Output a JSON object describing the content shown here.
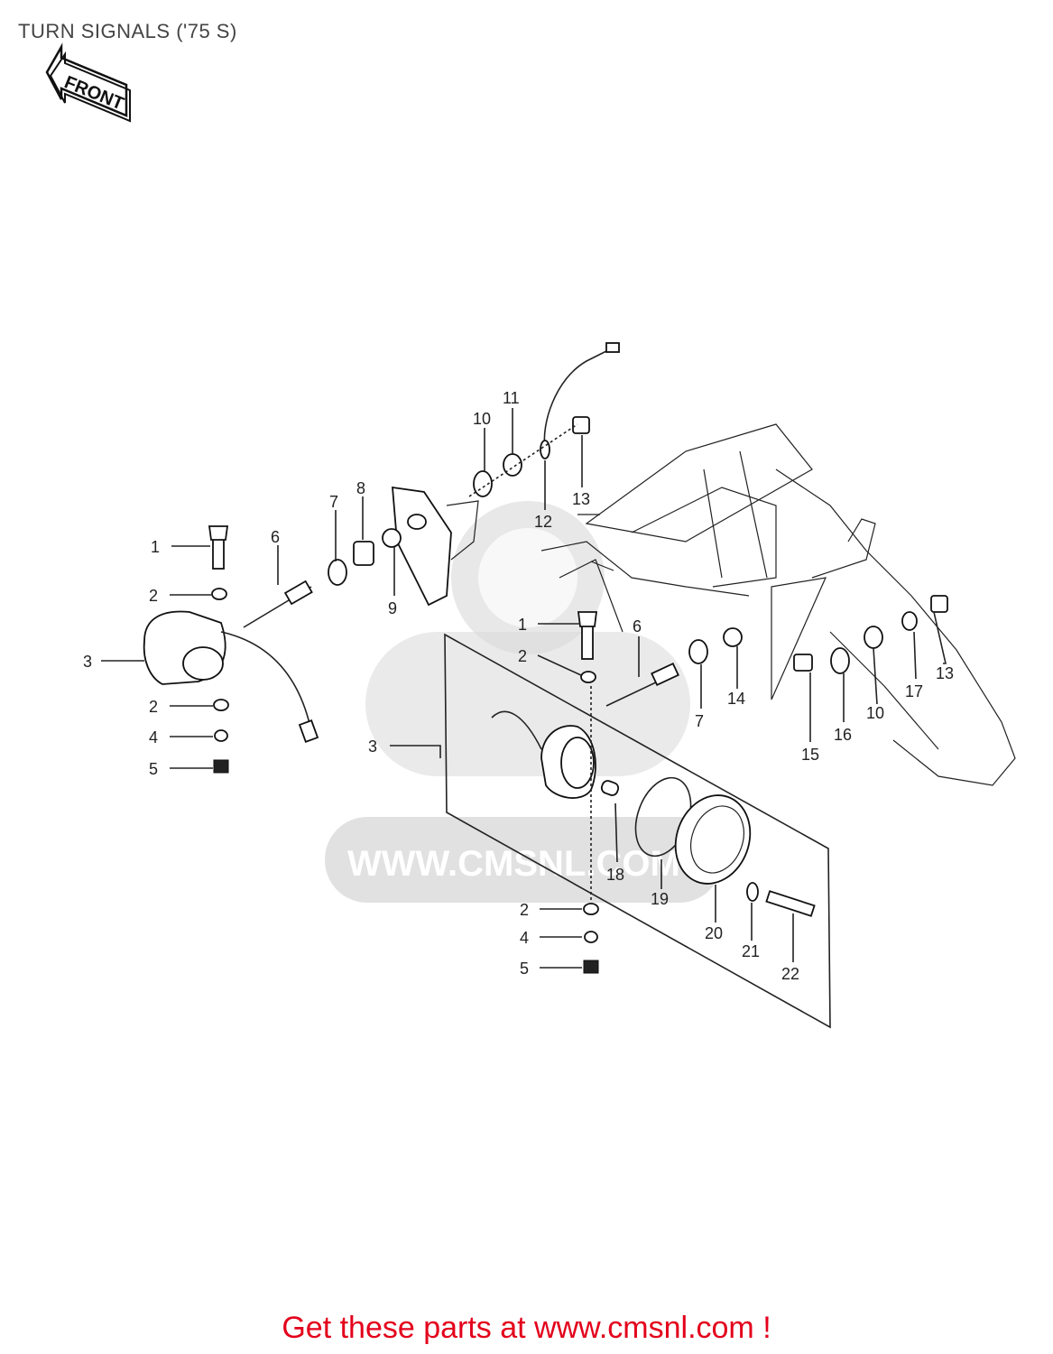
{
  "title": "TURN SIGNALS ('75 S)",
  "front_arrow_label": "FRONT",
  "watermark_text": "WWW.CMSNL.COM",
  "cta": "Get these parts at www.cmsnl.com !",
  "callouts": [
    {
      "id": "c1a",
      "label": "1"
    },
    {
      "id": "c2a",
      "label": "2"
    },
    {
      "id": "c3a",
      "label": "3"
    },
    {
      "id": "c2b",
      "label": "2"
    },
    {
      "id": "c4a",
      "label": "4"
    },
    {
      "id": "c5a",
      "label": "5"
    },
    {
      "id": "c6a",
      "label": "6"
    },
    {
      "id": "c7a",
      "label": "7"
    },
    {
      "id": "c8a",
      "label": "8"
    },
    {
      "id": "c9a",
      "label": "9"
    },
    {
      "id": "c10a",
      "label": "10"
    },
    {
      "id": "c11a",
      "label": "11"
    },
    {
      "id": "c12a",
      "label": "12"
    },
    {
      "id": "c13a",
      "label": "13"
    },
    {
      "id": "c1b",
      "label": "1"
    },
    {
      "id": "c2c",
      "label": "2"
    },
    {
      "id": "c6b",
      "label": "6"
    },
    {
      "id": "c7b",
      "label": "7"
    },
    {
      "id": "c14",
      "label": "14"
    },
    {
      "id": "c3b",
      "label": "3"
    },
    {
      "id": "c10b",
      "label": "10"
    },
    {
      "id": "c17",
      "label": "17"
    },
    {
      "id": "c13b",
      "label": "13"
    },
    {
      "id": "c15",
      "label": "15"
    },
    {
      "id": "c16",
      "label": "16"
    },
    {
      "id": "c18",
      "label": "18"
    },
    {
      "id": "c19",
      "label": "19"
    },
    {
      "id": "c20",
      "label": "20"
    },
    {
      "id": "c2d",
      "label": "2"
    },
    {
      "id": "c4b",
      "label": "4"
    },
    {
      "id": "c5b",
      "label": "5"
    },
    {
      "id": "c21",
      "label": "21"
    },
    {
      "id": "c22",
      "label": "22"
    }
  ]
}
